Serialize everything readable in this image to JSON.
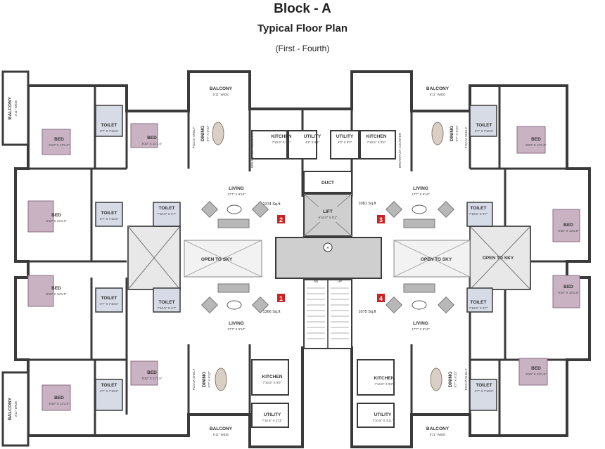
{
  "header": {
    "block": "Block - A",
    "subtitle": "Typical Floor Plan",
    "floors": "(First  - Fourth)"
  },
  "common": {
    "duct": "DUCT",
    "lift": "LIFT",
    "lift_dim": "6'10.5\" X 5'1\"",
    "core_mark": "A",
    "stair_dn": "DN",
    "stair_up": "UP",
    "open_sky": "OPEN TO SKY"
  },
  "units": [
    {
      "num": "1",
      "area": "1366 Sq.ft"
    },
    {
      "num": "2",
      "area": "1374 Sq.ft"
    },
    {
      "num": "3",
      "area": "1081 Sq.ft"
    },
    {
      "num": "4",
      "area": "1075 Sq.ft"
    }
  ],
  "rooms": {
    "bed": "BED",
    "toilet": "TOILET",
    "living": "LIVING",
    "kitchen": "KITCHEN",
    "utility": "UTILITY",
    "dining": "DINING",
    "balcony": "BALCONY",
    "breakfast": "BREAKFAST COUNTER",
    "pooja": "POOJA SHELF",
    "bed_dim_a": "9'10\" X 13'1.5\"",
    "bed_dim_b": "9'10\" X 11'1.5\"",
    "toilet_dim_a": "4'7\" X 7'10.5\"",
    "toilet_dim_b": "7'10.5\" X 4'7\"",
    "living_dim": "17'7\" X 9'10\"",
    "kitchen_dim": "7'10.5\" X 9'2\"",
    "utility_dim_a": "4'3\" X 9'2\"",
    "utility_dim_b": "7'10.5\" X 3'11\"",
    "dining_dim": "9'7\" X 9'10\"",
    "balcony_dim": "5'11\" WIDE",
    "side_balcony_dim": "3'11\" WIDE"
  },
  "colors": {
    "wall": "#3a3a3a",
    "floor": "#ffffff",
    "bed": "#c9b3c3",
    "tile": "#d6dbe6",
    "core": "#cfcfcf",
    "sky": "#e8e8e8",
    "marker": "#cc2222"
  }
}
